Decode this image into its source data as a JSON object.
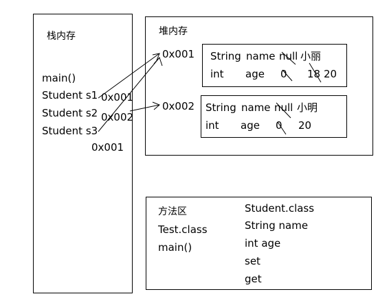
{
  "stack": {
    "title": "栈内存",
    "lines": [
      "main()",
      "Student  s1",
      "Student  s2",
      "Student  s3"
    ],
    "ref_s1": "0x001",
    "ref_s2": "0x002",
    "ref_s3": "0x001"
  },
  "heap": {
    "title": "堆内存",
    "objects": [
      {
        "address": "0x001",
        "row1": {
          "type": "String",
          "field": "name",
          "old": "null",
          "new": "小丽"
        },
        "row2": {
          "type": "int",
          "field": "age",
          "old": "0",
          "mid": "18",
          "new": "20"
        }
      },
      {
        "address": "0x002",
        "row1": {
          "type": "String",
          "field": "name",
          "old": "null",
          "new": "小明"
        },
        "row2": {
          "type": "int",
          "field": "age",
          "old": "0",
          "new": "20"
        }
      }
    ]
  },
  "method_area": {
    "title": "方法区",
    "left": [
      "Test.class",
      "main()"
    ],
    "right": [
      "Student.class",
      "String  name",
      "int  age",
      "set",
      "get"
    ]
  }
}
